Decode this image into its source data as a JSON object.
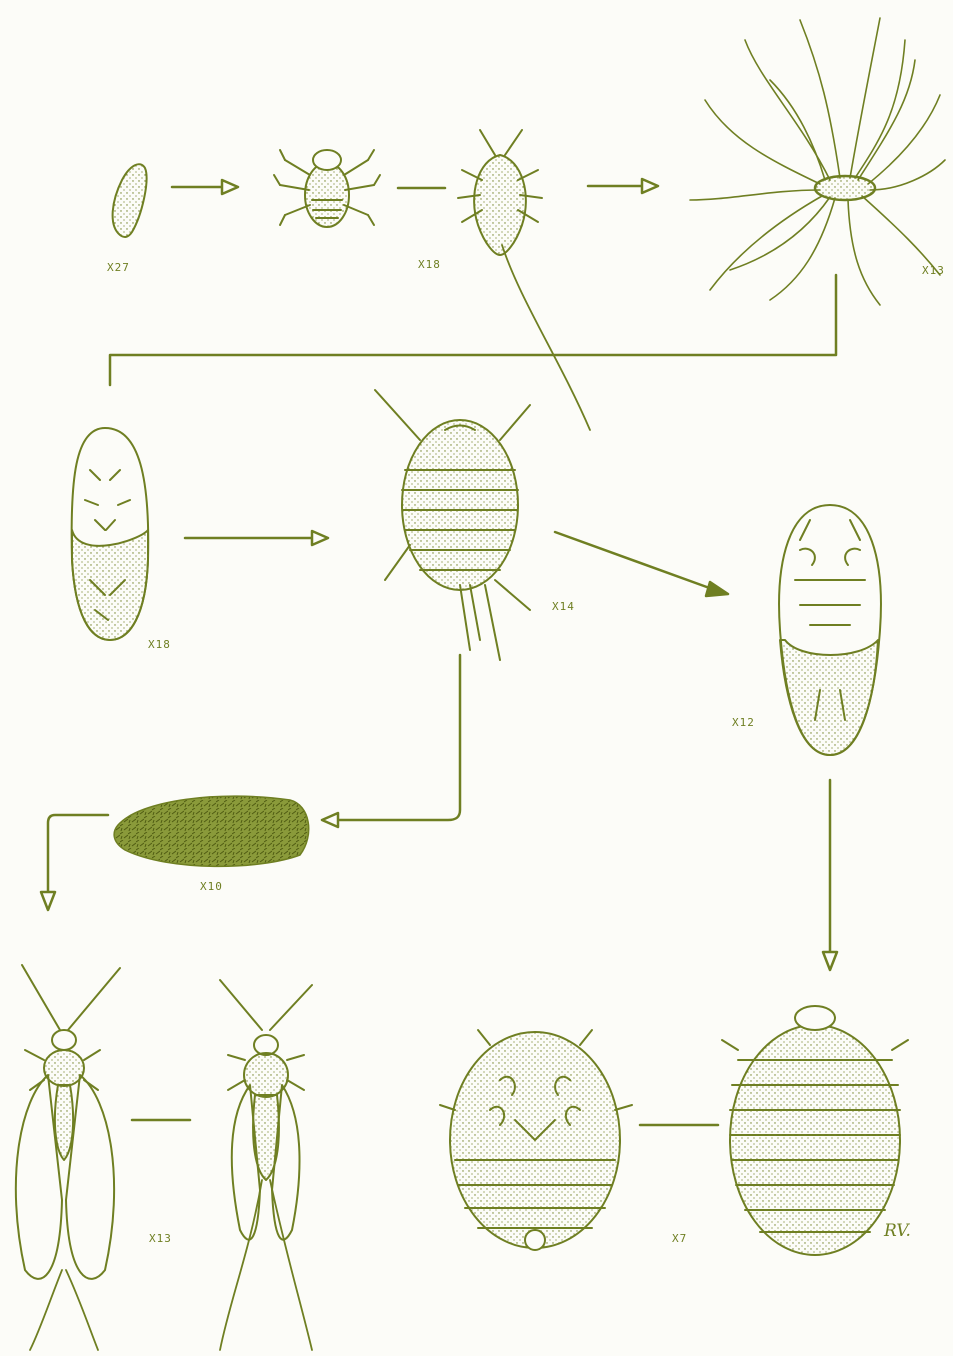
{
  "colors": {
    "ink": "#6f7f22",
    "paper": "#fcfcf8"
  },
  "labels": {
    "egg": "X27",
    "crawler": "X18",
    "settled_waxy": "X13",
    "cast_pupa": "X18",
    "male_pupa": "X14",
    "female_nymph": "X12",
    "cocoon": "X10",
    "adult_male": "X13",
    "adult_female": "X7"
  },
  "signature": "RV."
}
